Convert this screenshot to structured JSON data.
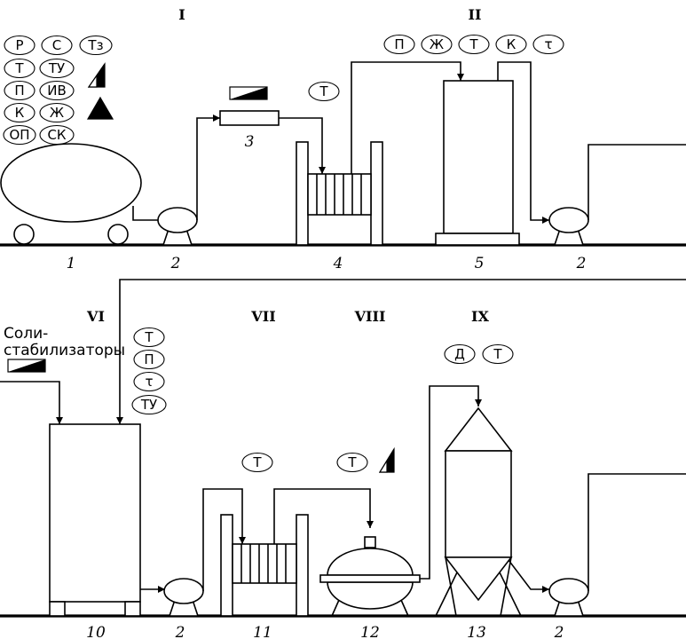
{
  "stages": {
    "s1": "I",
    "s2": "II",
    "s6": "VI",
    "s7": "VII",
    "s8": "VIII",
    "s9": "IX"
  },
  "equipment_numbers": {
    "tanker": "1",
    "pump_a": "2",
    "heater_3": "3",
    "exchanger_4": "4",
    "tank_5": "5",
    "pump_b": "2",
    "tank_10": "10",
    "pump_c": "2",
    "exchanger_11": "11",
    "vessel_12": "12",
    "dryer_13": "13",
    "pump_d": "2"
  },
  "legend_tags": [
    "Р",
    "С",
    "Тз",
    "Т",
    "ТУ",
    "П",
    "ИВ",
    "К",
    "Ж",
    "ОП",
    "СК"
  ],
  "tags": {
    "t_heater": "Т",
    "tank5": [
      "П",
      "Ж",
      "Т",
      "К",
      "τ"
    ],
    "tank10": [
      "Т",
      "П",
      "τ",
      "ТУ"
    ],
    "t_ex11": "Т",
    "t_v12": "Т",
    "dryer13": [
      "Д",
      "Т"
    ]
  },
  "feed_label_line1": "Соли-",
  "feed_label_line2": "стабилизаторы",
  "colors": {
    "ink": "#000000",
    "paper": "#ffffff"
  }
}
